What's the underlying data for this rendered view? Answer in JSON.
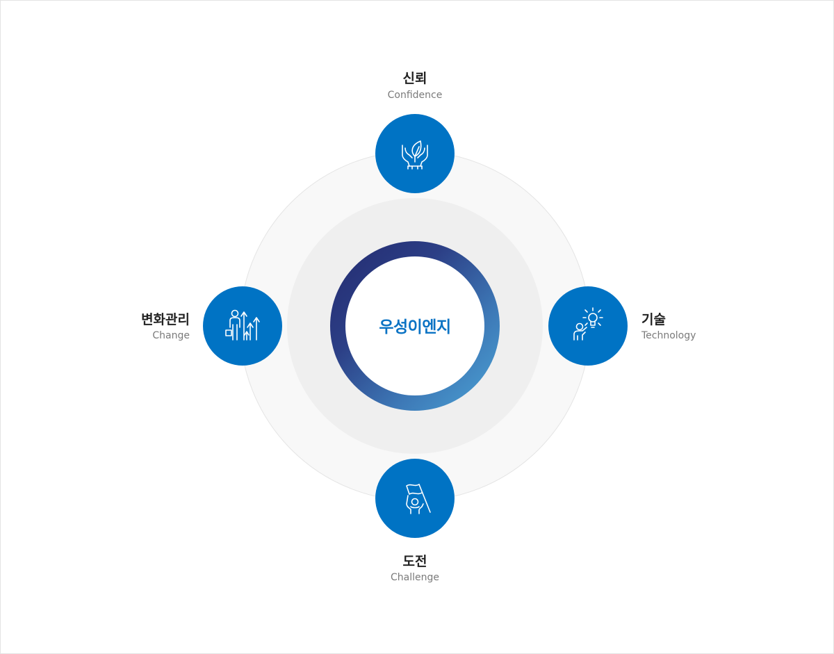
{
  "center": {
    "label": "우성이엔지"
  },
  "nodes": {
    "top": {
      "title": "신뢰",
      "subtitle": "Confidence",
      "icon": "hands-leaf-icon"
    },
    "right": {
      "title": "기술",
      "subtitle": "Technology",
      "icon": "person-lightbulb-icon"
    },
    "bottom": {
      "title": "도전",
      "subtitle": "Challenge",
      "icon": "person-flag-icon"
    },
    "left": {
      "title": "변화관리",
      "subtitle": "Change",
      "icon": "person-growth-arrows-icon"
    }
  },
  "colors": {
    "node_fill": "#0073c4",
    "center_text": "#0b73c4",
    "gradient_start": "#232a6f",
    "gradient_end": "#4ca4d6",
    "outer_ring": "#f8f8f8",
    "middle_ring": "#efefef"
  }
}
